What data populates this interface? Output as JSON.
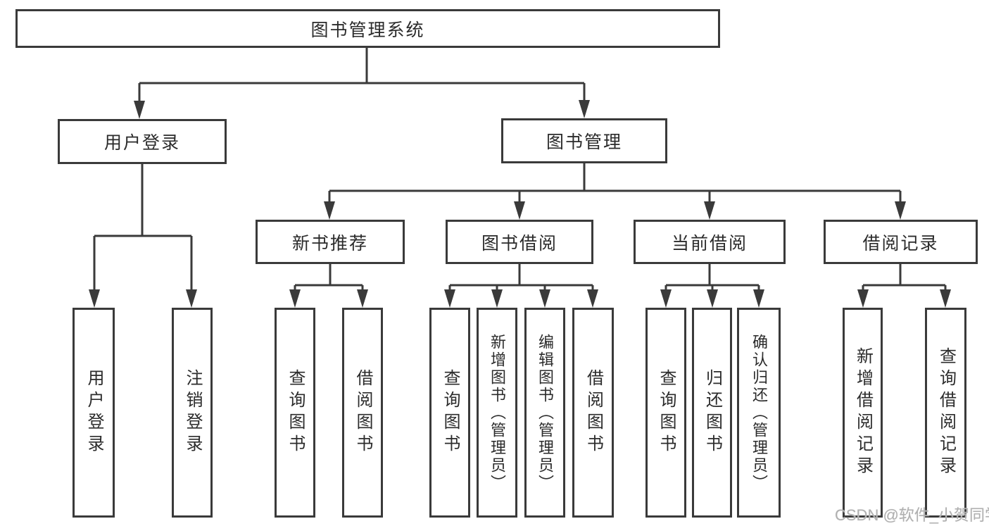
{
  "diagram": {
    "title": "图书管理系统",
    "type": "hierarchy-tree",
    "colors": {
      "line": "#3a3a3a",
      "box_border": "#3a3a3a",
      "text": "#2b2b2b",
      "background": "#ffffff",
      "watermark": "#b0b0b0"
    },
    "watermark": "CSDN @软件_小贺同学",
    "nodes": {
      "root": {
        "label": "图书管理系统"
      },
      "user_login": {
        "label": "用户登录"
      },
      "book_mgmt": {
        "label": "图书管理"
      },
      "login": {
        "label": "用户登录"
      },
      "logout": {
        "label": "注销登录"
      },
      "new_book_rec": {
        "label": "新书推荐"
      },
      "book_borrow": {
        "label": "图书借阅"
      },
      "current_borrow": {
        "label": "当前借阅"
      },
      "borrow_records": {
        "label": "借阅记录"
      },
      "query_book_rec": {
        "label": "查询图书"
      },
      "borrow_book_rec": {
        "label": "借阅图书"
      },
      "query_book_borrow": {
        "label": "查询图书"
      },
      "add_book_admin": {
        "label": "新增图书（管理员）"
      },
      "edit_book_admin": {
        "label": "编辑图书（管理员）"
      },
      "borrow_book_borrow": {
        "label": "借阅图书"
      },
      "query_book_current": {
        "label": "查询图书"
      },
      "return_book": {
        "label": "归还图书"
      },
      "confirm_return_admin": {
        "label": "确认归还（管理员）"
      },
      "add_borrow_record": {
        "label": "新增借阅记录"
      },
      "query_borrow_record": {
        "label": "查询借阅记录"
      }
    },
    "hierarchy": {
      "root": [
        "user_login",
        "book_mgmt"
      ],
      "user_login": [
        "login",
        "logout"
      ],
      "book_mgmt": [
        "new_book_rec",
        "book_borrow",
        "current_borrow",
        "borrow_records"
      ],
      "new_book_rec": [
        "query_book_rec",
        "borrow_book_rec"
      ],
      "book_borrow": [
        "query_book_borrow",
        "add_book_admin",
        "edit_book_admin",
        "borrow_book_borrow"
      ],
      "current_borrow": [
        "query_book_current",
        "return_book",
        "confirm_return_admin"
      ],
      "borrow_records": [
        "add_borrow_record",
        "query_borrow_record"
      ]
    }
  }
}
